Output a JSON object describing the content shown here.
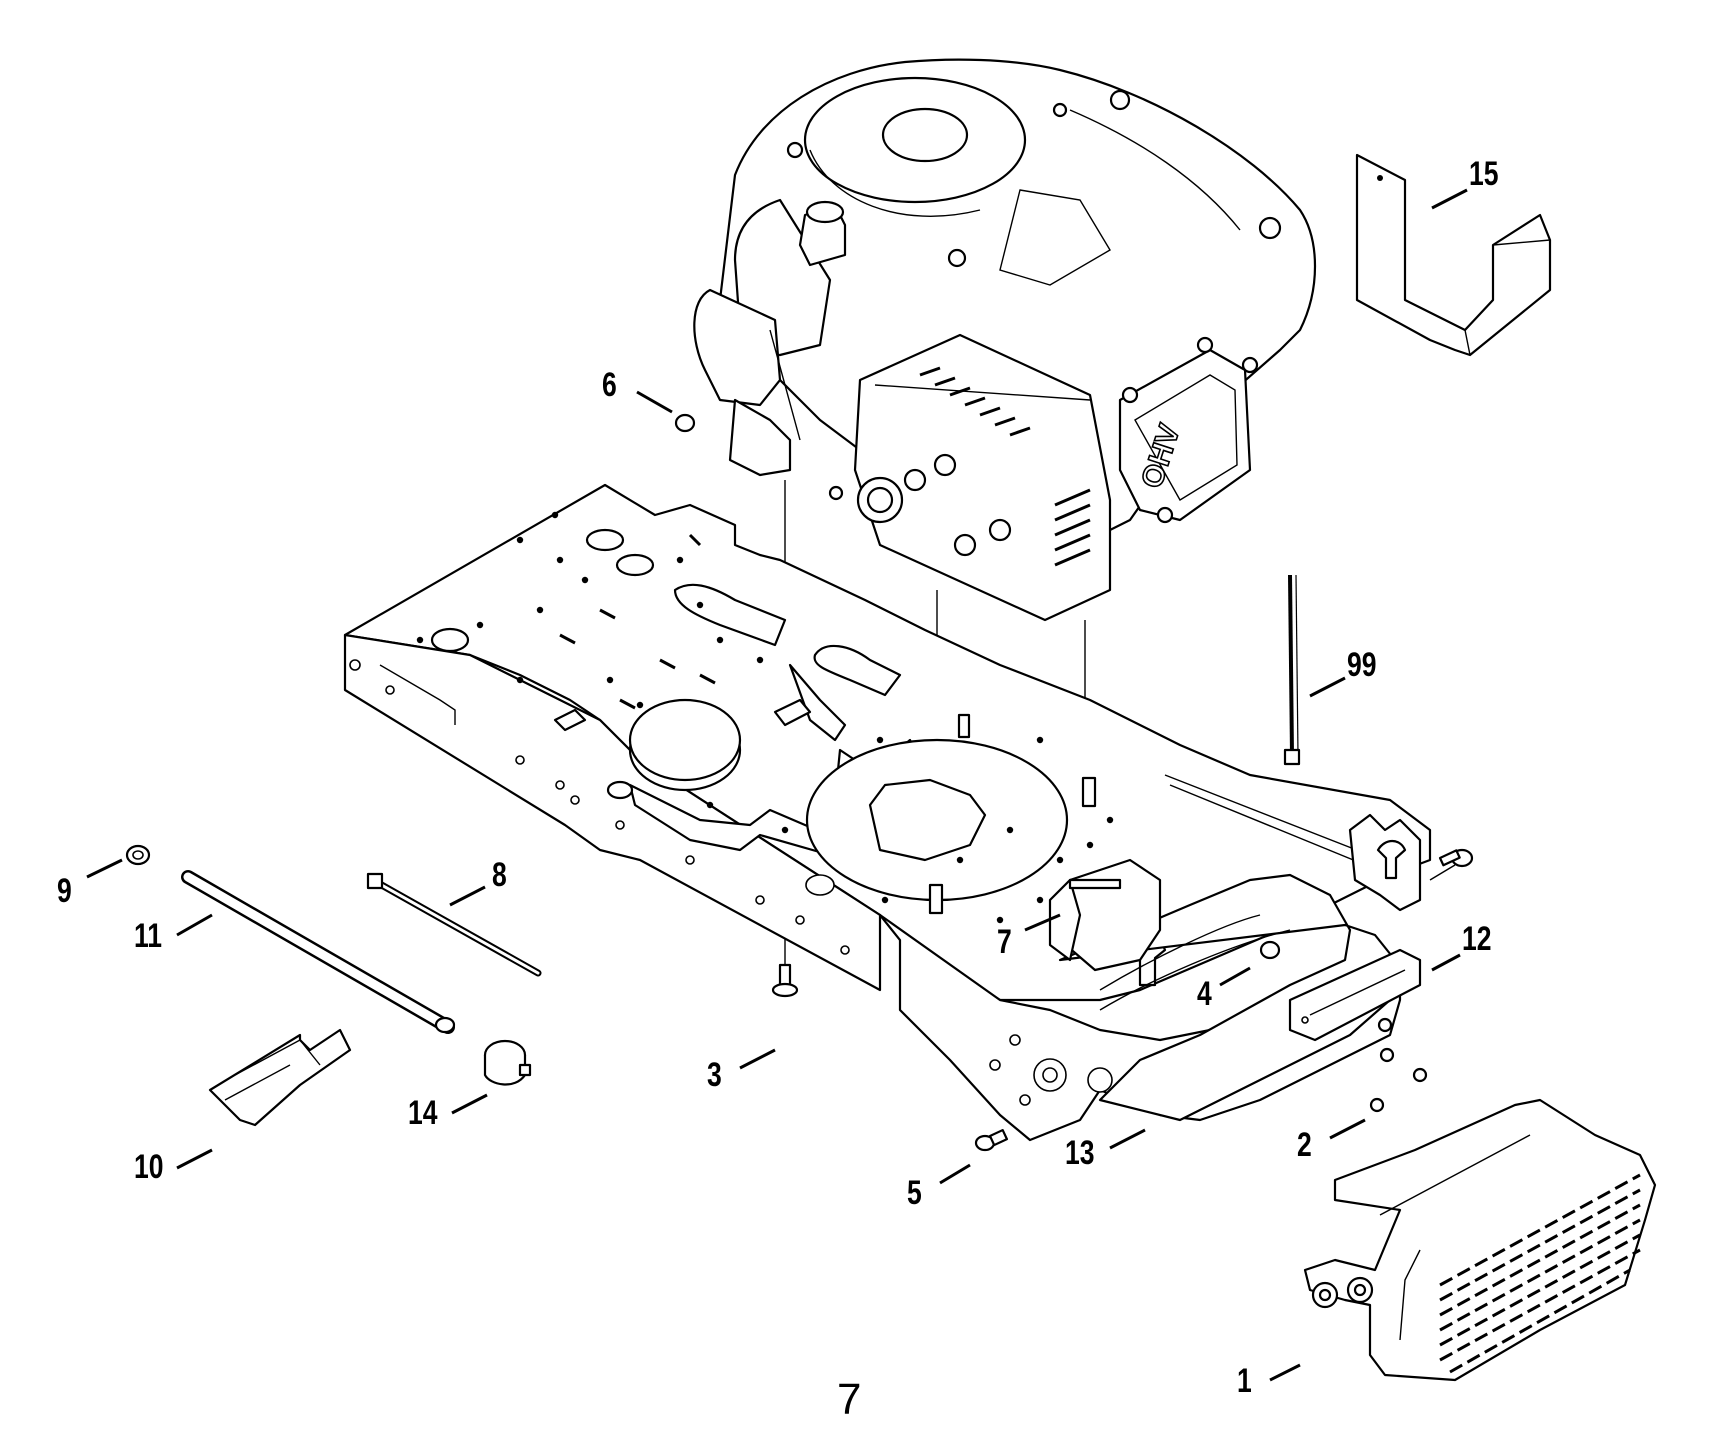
{
  "callouts": [
    {
      "id": "1",
      "text": "1"
    },
    {
      "id": "2",
      "text": "2"
    },
    {
      "id": "3",
      "text": "3"
    },
    {
      "id": "4",
      "text": "4"
    },
    {
      "id": "5",
      "text": "5"
    },
    {
      "id": "6",
      "text": "6"
    },
    {
      "id": "7",
      "text": "7"
    },
    {
      "id": "8",
      "text": "8"
    },
    {
      "id": "9",
      "text": "9"
    },
    {
      "id": "10",
      "text": "10"
    },
    {
      "id": "11",
      "text": "11"
    },
    {
      "id": "12",
      "text": "12"
    },
    {
      "id": "13",
      "text": "13"
    },
    {
      "id": "14",
      "text": "14"
    },
    {
      "id": "15",
      "text": "15"
    },
    {
      "id": "99",
      "text": "99"
    }
  ],
  "engine_badge": "OHV",
  "page_number": "7"
}
